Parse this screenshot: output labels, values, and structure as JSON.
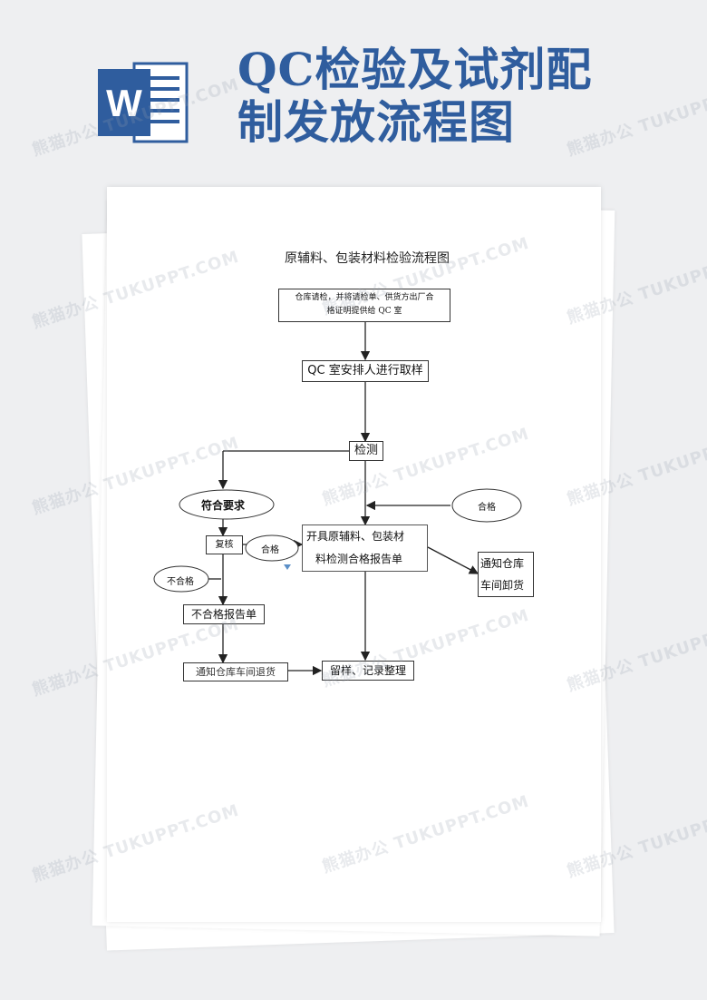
{
  "banner": {
    "title_line1": "QC检验及试剂配",
    "title_line2": "制发放流程图",
    "logo_letter": "W",
    "brand_color": "#2f5d9e"
  },
  "document": {
    "title": "原辅料、包装材料检验流程图"
  },
  "flowchart": {
    "start_box_line1": "仓库请检，并将请检单、供货方出厂合",
    "start_box_line2": "格证明提供给 QC 室",
    "sampling": "QC 室安排人进行取样",
    "inspect": "检测",
    "meets_requirement": "符合要求",
    "qualified_right": "合格",
    "recheck": "复核",
    "qualified_mid": "合格",
    "report_qualified_line1": "开具原辅料、包装材",
    "report_qualified_line2": "料检测合格报告单",
    "notify_unload_line1": "通知仓库",
    "notify_unload_line2": "车间卸货",
    "unqualified": "不合格",
    "report_unqualified": "不合格报告单",
    "notify_return": "通知仓库车间退货",
    "archive": "留样、记录整理"
  },
  "watermark_text": "熊猫办公 TUKUPPT.COM"
}
